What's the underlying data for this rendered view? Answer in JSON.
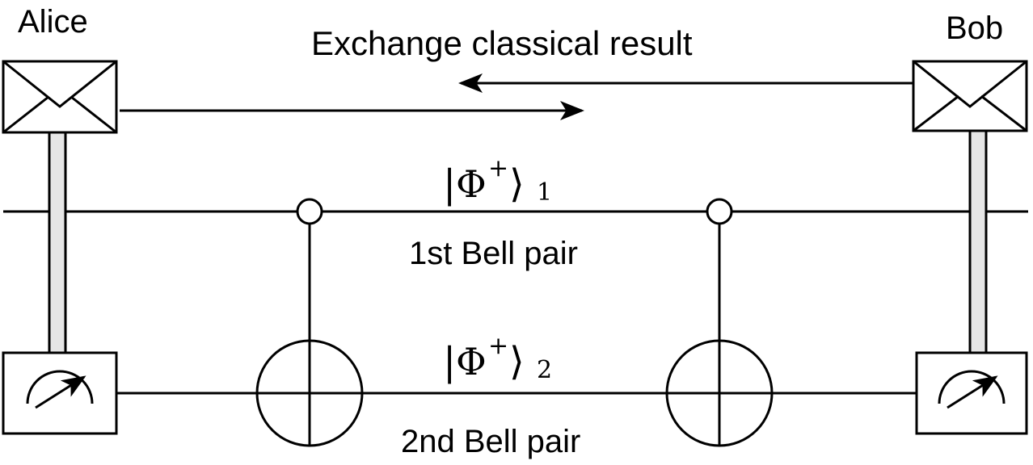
{
  "labels": {
    "alice": "Alice",
    "bob": "Bob",
    "exchange": "Exchange classical result",
    "pair1": "1st Bell pair",
    "pair2": "2nd Bell pair"
  },
  "states": {
    "state1": {
      "bar": "|",
      "symbol": "Φ",
      "sup": "+",
      "angle": "⟩",
      "sub": "1"
    },
    "state2": {
      "bar": "|",
      "symbol": "Φ",
      "sup": "+",
      "angle": "⟩",
      "sub": "2"
    }
  },
  "icons": {
    "envelope": "envelope-icon",
    "meter": "measurement-meter-icon"
  }
}
